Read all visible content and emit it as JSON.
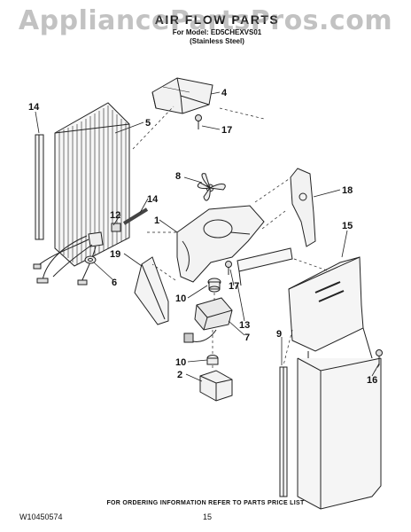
{
  "watermark": "AppliancePartsPros.com",
  "header": {
    "title": "AIR FLOW PARTS",
    "model_line": "For Model: ED5CHEXVS01",
    "trim_line": "(Stainless Steel)"
  },
  "callouts": [
    "14",
    "5",
    "4",
    "17",
    "8",
    "18",
    "14",
    "12",
    "1",
    "15",
    "19",
    "6",
    "17",
    "10",
    "13",
    "7",
    "9",
    "10",
    "2",
    "16"
  ],
  "footer": {
    "note": "FOR ORDERING INFORMATION REFER TO PARTS PRICE LIST",
    "part_number": "W10450574",
    "page": "15"
  }
}
